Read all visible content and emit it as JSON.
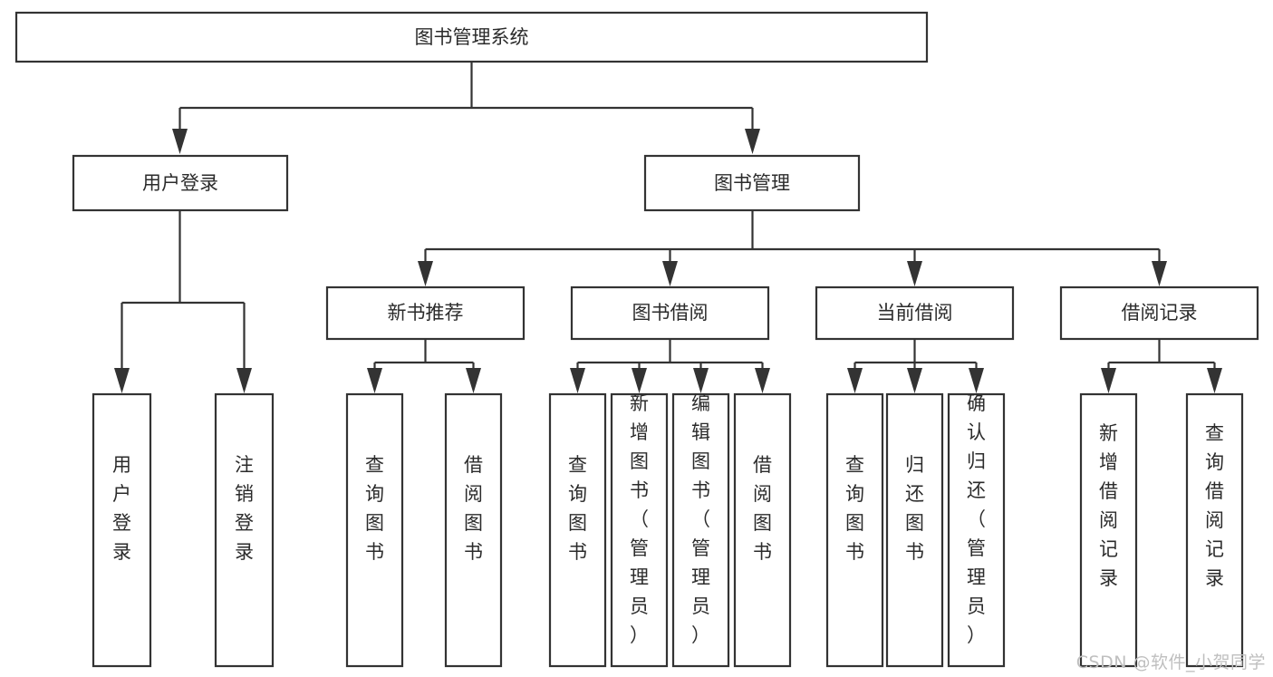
{
  "diagram": {
    "type": "tree-hierarchy",
    "title": "图书管理系统",
    "orientation": "top-down",
    "watermark": "CSDN @软件_小贺同学",
    "colors": {
      "box_fill": "#ffffff",
      "box_stroke": "#333333",
      "text": "#2b2b2b",
      "background": "#ffffff",
      "watermark": "#bfbfbf"
    },
    "nodes": {
      "root": {
        "label": "图书管理系统",
        "level": 0,
        "orient": "horizontal"
      },
      "l1": [
        {
          "label": "用户登录",
          "level": 1,
          "orient": "horizontal"
        },
        {
          "label": "图书管理",
          "level": 1,
          "orient": "horizontal"
        }
      ],
      "l2_user": [
        {
          "label": "用户登录",
          "level": 2,
          "orient": "vertical"
        },
        {
          "label": "注销登录",
          "level": 2,
          "orient": "vertical"
        }
      ],
      "l2_book": [
        {
          "label": "新书推荐",
          "level": 2,
          "orient": "horizontal"
        },
        {
          "label": "图书借阅",
          "level": 2,
          "orient": "horizontal"
        },
        {
          "label": "当前借阅",
          "level": 2,
          "orient": "horizontal"
        },
        {
          "label": "借阅记录",
          "level": 2,
          "orient": "horizontal"
        }
      ],
      "l3_newbook": [
        {
          "label": "查询图书",
          "level": 3,
          "orient": "vertical"
        },
        {
          "label": "借阅图书",
          "level": 3,
          "orient": "vertical"
        }
      ],
      "l3_borrow": [
        {
          "label": "查询图书",
          "level": 3,
          "orient": "vertical"
        },
        {
          "label": "新增图书（管理员）",
          "level": 3,
          "orient": "vertical"
        },
        {
          "label": "编辑图书（管理员）",
          "level": 3,
          "orient": "vertical"
        },
        {
          "label": "借阅图书",
          "level": 3,
          "orient": "vertical"
        }
      ],
      "l3_current": [
        {
          "label": "查询图书",
          "level": 3,
          "orient": "vertical"
        },
        {
          "label": "归还图书",
          "level": 3,
          "orient": "vertical"
        },
        {
          "label": "确认归还（管理员）",
          "level": 3,
          "orient": "vertical"
        }
      ],
      "l3_record": [
        {
          "label": "新增借阅记录",
          "level": 3,
          "orient": "vertical"
        },
        {
          "label": "查询借阅记录",
          "level": 3,
          "orient": "vertical"
        }
      ]
    }
  }
}
